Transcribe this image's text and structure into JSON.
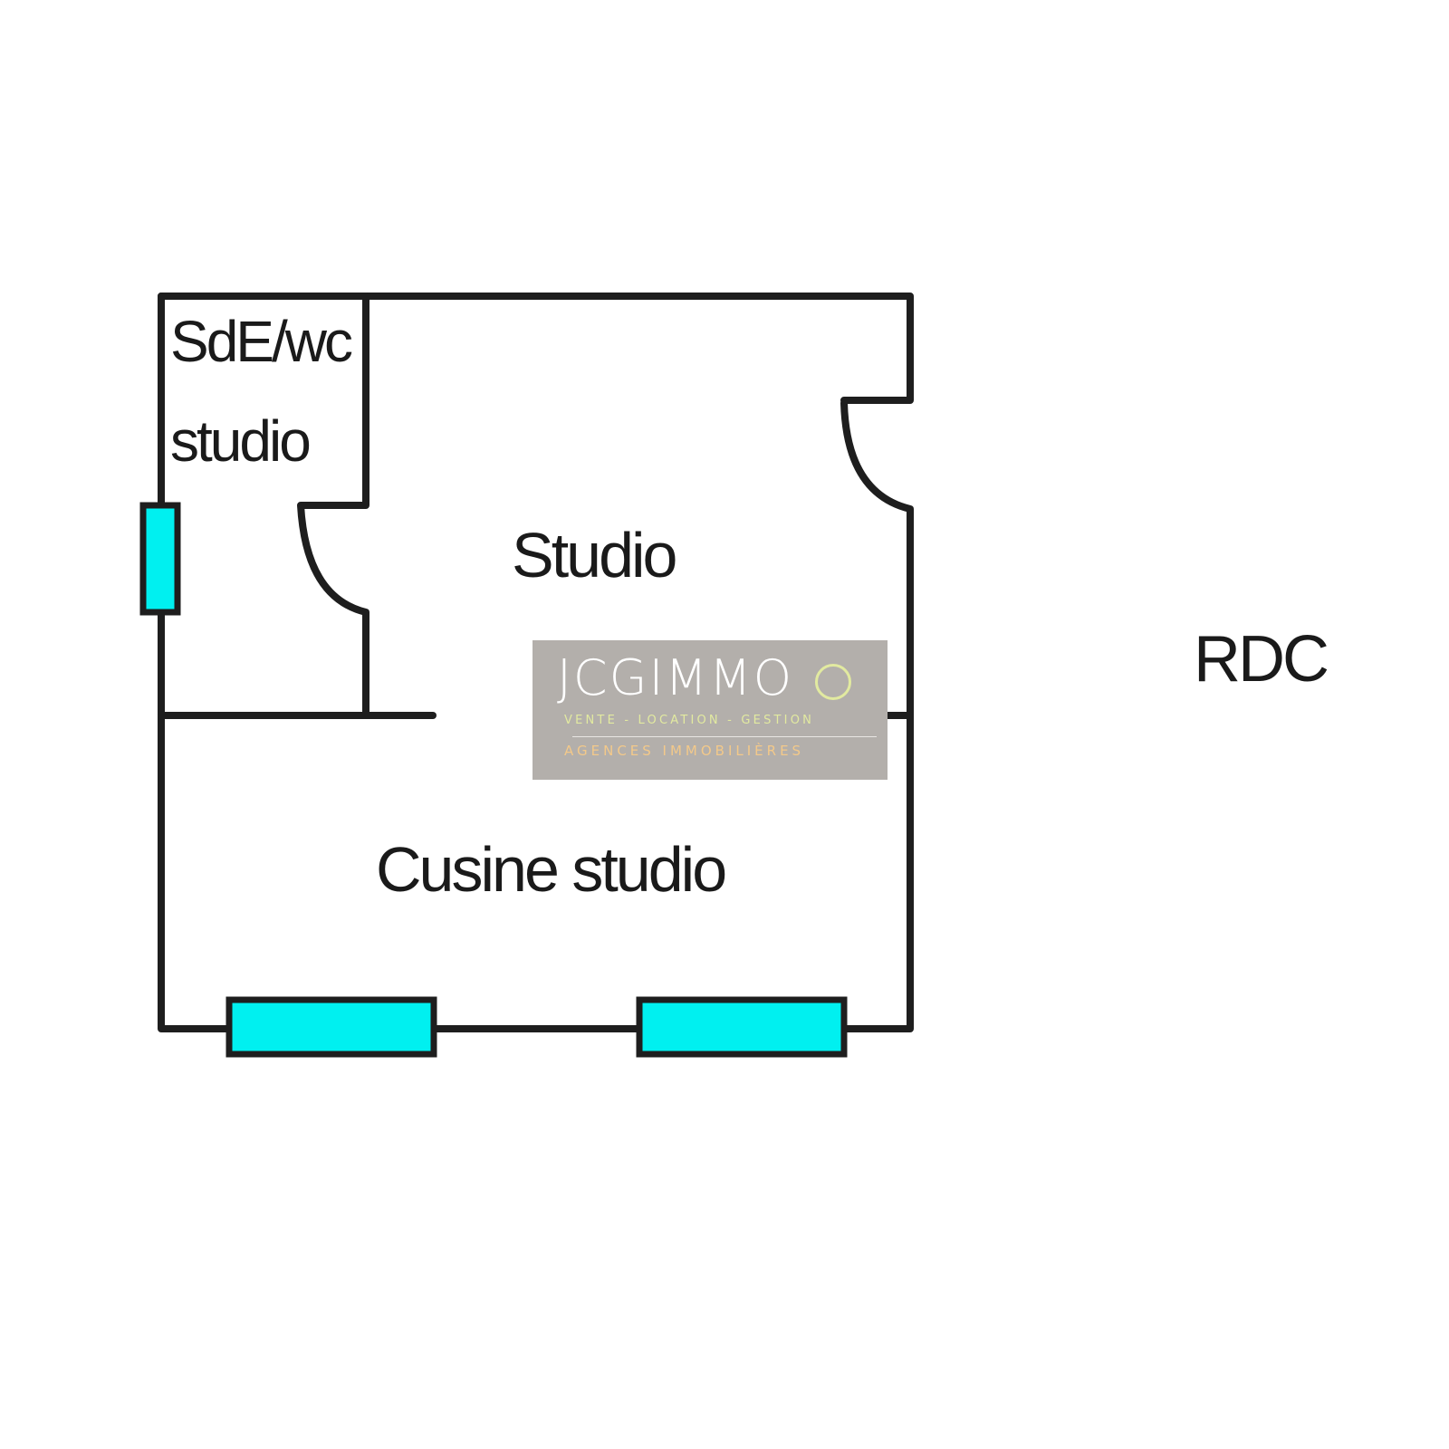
{
  "rooms": {
    "bathroom_line1": "SdE/wc",
    "bathroom_line2": "studio",
    "studio": "Studio",
    "kitchen": "Cusine studio"
  },
  "level": "RDC",
  "watermark": {
    "brand": "JCGIMMO",
    "tagline": "VENTE - LOCATION - GESTION",
    "subtitle": "AGENCES IMMOBILIÈRES"
  },
  "colors": {
    "window": "#00f0f0",
    "wall": "#1e1e1e",
    "logo_bg": "#b3afab",
    "logo_green": "#e2eaa0",
    "logo_orange": "#f3c98a"
  }
}
